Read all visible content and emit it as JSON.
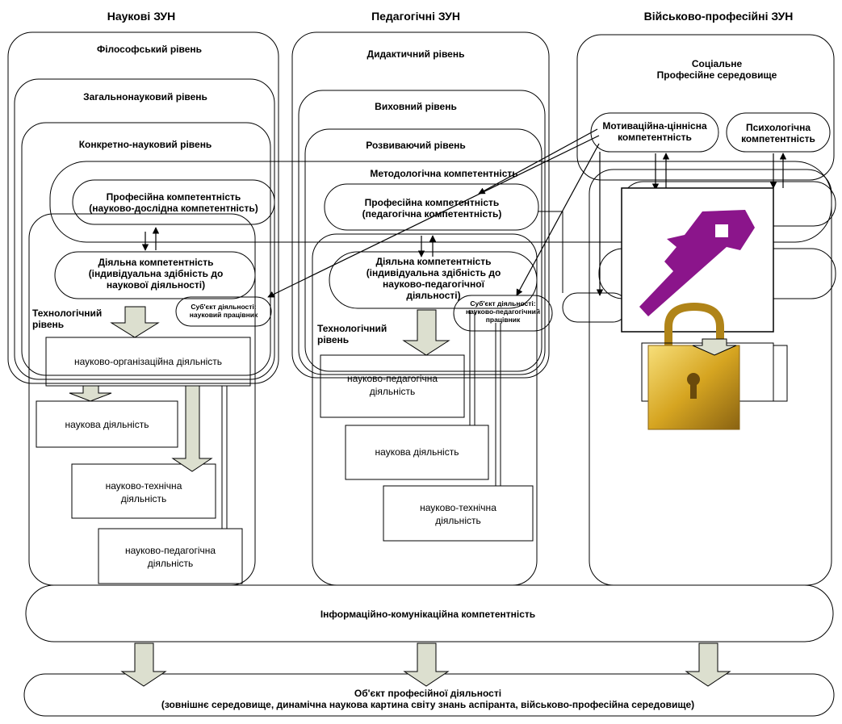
{
  "columns": {
    "scientific": "Наукові ЗУН",
    "pedagogical": "Педагогічні ЗУН",
    "military": "Військово-професійні ЗУН"
  },
  "scientific_levels": [
    "Філософський рівень",
    "Загальнонауковий рівень",
    "Конкретно-науковий рівень"
  ],
  "pedagogical_levels": [
    "Дидактичний рівень",
    "Виховний рівень",
    "Розвиваючий рівень"
  ],
  "social_env": "Соціальне\nПрофесійне середовище",
  "motivational": "Мотиваційна-ціннісна\nкомпетентність",
  "psychological": "Психологічна\nкомпетентність",
  "methodological": "Методологічна компетентність",
  "prof_research": "Професійна  компетентність\n(науково-дослідна компетентність)",
  "prof_pedagogical": "Професійна компетентність\n(педагогічна компетентність)",
  "activity_research": "Діяльна компетентність\n(індивідуальна здібність до\nнаукової діяльності)",
  "activity_pedagogical": "Діяльна компетентність\n(індивідуальна здібність до\nнауково-педагогічної\nдіяльності)",
  "subject_research": "Суб'єкт діяльності:\nнауковий працівник",
  "subject_pedagogical": "Суб'єкт діяльності:\nнауково-педагогічний\nпрацівник",
  "tech_level": "Технологічний\nрівень",
  "sci_org_activity": "науково-організаційна діяльність",
  "scientific_activity": "наукова діяльність",
  "sci_tech_activity": "науково-технічна\nдіяльність",
  "sci_ped_activity": "науково-педагогічна\nдіяльність",
  "info_comm": "Інформаційно-комунікаційна компетентність",
  "object": "Об'єкт професійної діяльності\n(зовнішнє середовище, динамічна наукова картина світу знань аспіранта, військово-професійна середовище)",
  "colors": {
    "key": "#8b158b",
    "lock": "#d6a521",
    "arrow_fill": "#dcdfcf",
    "line": "#000000"
  }
}
